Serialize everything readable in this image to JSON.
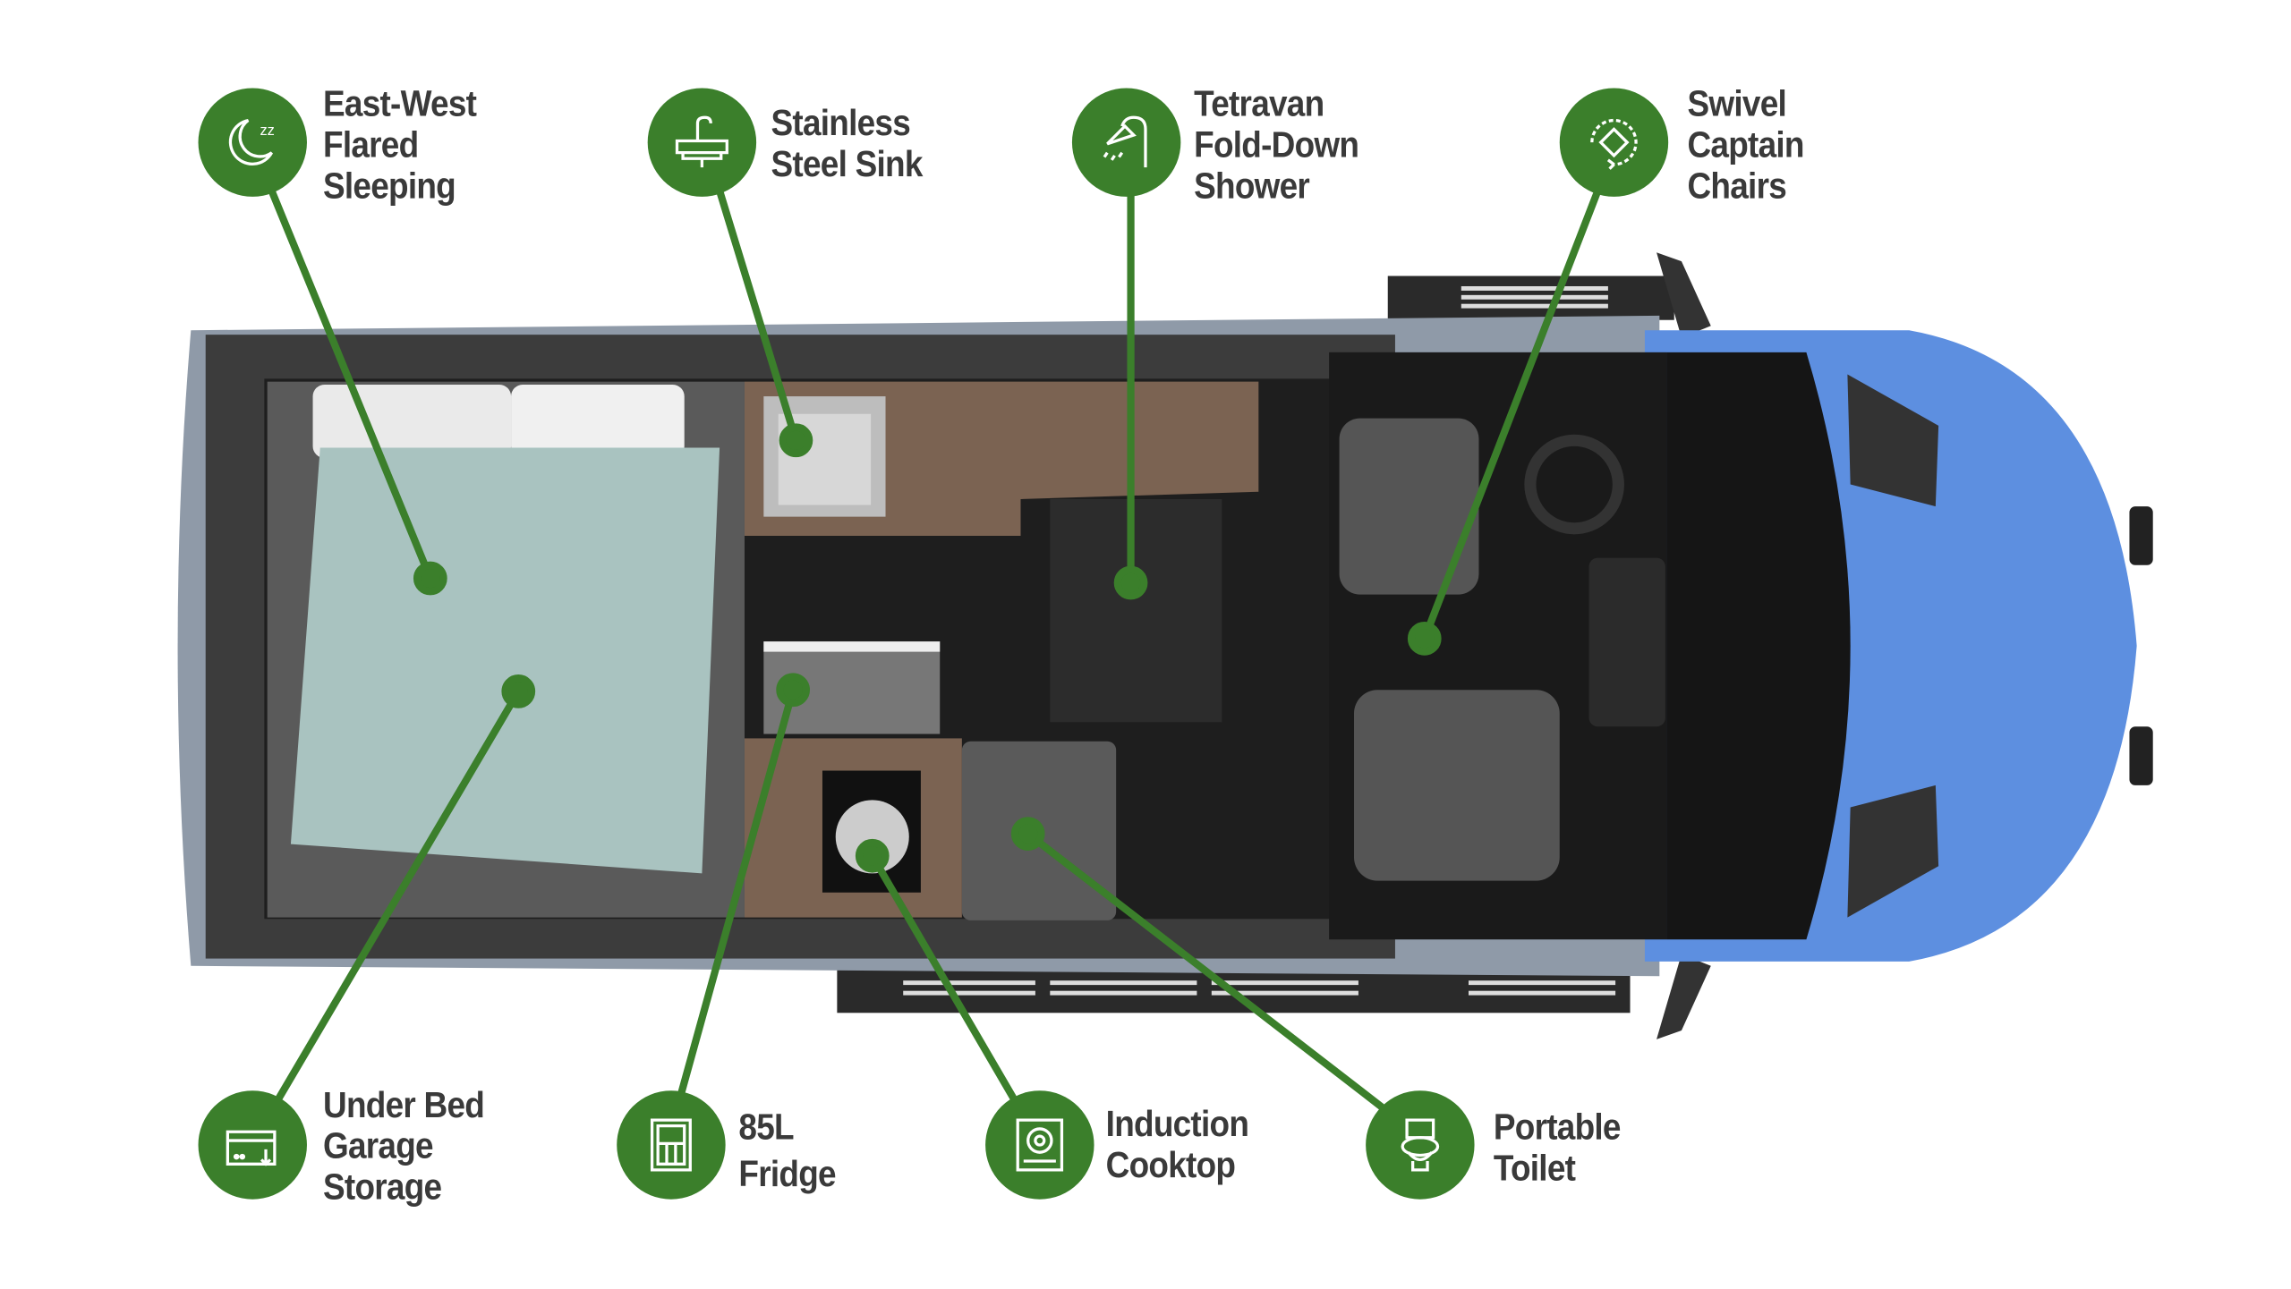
{
  "colors": {
    "accent_green": "#3b7f2b",
    "van_blue": "#5d8fe0",
    "label_text": "#3a3a3a"
  },
  "features": [
    {
      "id": "sleeping",
      "icon": "moon-sleep-icon",
      "lines": [
        "East-West",
        "Flared",
        "Sleeping"
      ]
    },
    {
      "id": "sink",
      "icon": "sink-icon",
      "lines": [
        "Stainless",
        "Steel Sink"
      ]
    },
    {
      "id": "shower",
      "icon": "shower-icon",
      "lines": [
        "Tetravan",
        "Fold-Down",
        "Shower"
      ]
    },
    {
      "id": "chairs",
      "icon": "swivel-icon",
      "lines": [
        "Swivel",
        "Captain",
        "Chairs"
      ]
    },
    {
      "id": "storage",
      "icon": "storage-box-icon",
      "lines": [
        "Under Bed",
        "Garage",
        "Storage"
      ]
    },
    {
      "id": "fridge",
      "icon": "fridge-icon",
      "lines": [
        "85L",
        "Fridge"
      ]
    },
    {
      "id": "cooktop",
      "icon": "cooktop-icon",
      "lines": [
        "Induction",
        "Cooktop"
      ]
    },
    {
      "id": "toilet",
      "icon": "toilet-icon",
      "lines": [
        "Portable",
        "Toilet"
      ]
    }
  ]
}
